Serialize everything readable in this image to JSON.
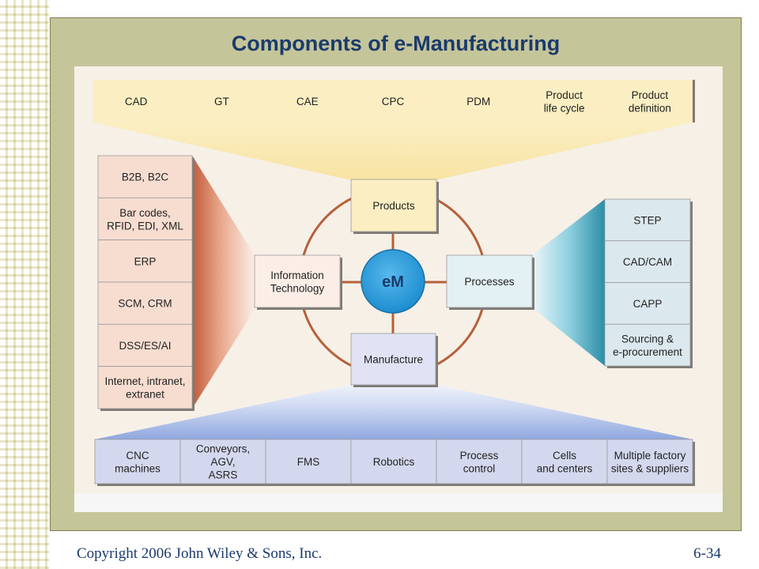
{
  "slide": {
    "title": "Components of e-Manufacturing",
    "copyright": "Copyright 2006 John Wiley & Sons, Inc.",
    "slide_number": "6-34"
  },
  "diagram": {
    "hub": "eM",
    "nodes": {
      "products": "Products",
      "information_technology": [
        "Information",
        "Technology"
      ],
      "processes": "Processes",
      "manufacture": "Manufacture"
    },
    "products_items": [
      [
        "CAD"
      ],
      [
        "GT"
      ],
      [
        "CAE"
      ],
      [
        "CPC"
      ],
      [
        "PDM"
      ],
      [
        "Product",
        "life cycle"
      ],
      [
        "Product",
        "definition"
      ]
    ],
    "it_items": [
      [
        "B2B, B2C"
      ],
      [
        "Bar codes,",
        "RFID, EDI, XML"
      ],
      [
        "ERP"
      ],
      [
        "SCM, CRM"
      ],
      [
        "DSS/ES/AI"
      ],
      [
        "Internet, intranet,",
        "extranet"
      ]
    ],
    "process_items": [
      [
        "STEP"
      ],
      [
        "CAD/CAM"
      ],
      [
        "CAPP"
      ],
      [
        "Sourcing &",
        "e-procurement"
      ]
    ],
    "manufacture_items": [
      [
        "CNC",
        "machines"
      ],
      [
        "Conveyors,",
        "AGV,",
        "ASRS"
      ],
      [
        "FMS"
      ],
      [
        "Robotics"
      ],
      [
        "Process",
        "control"
      ],
      [
        "Cells",
        "and centers"
      ],
      [
        "Multiple factory",
        "sites & suppliers"
      ]
    ]
  },
  "colors": {
    "panel": "#c5c59a",
    "figure_background": "#f6f0e7",
    "title": "#1b3b6b",
    "products_fill": "#fbeec2",
    "it_fill": "#f7ddd0",
    "process_fill": "#dbe9ee",
    "manufacture_fill": "#d4d8ee",
    "ring": "#b5613a",
    "hub": "#2a9ad8"
  }
}
